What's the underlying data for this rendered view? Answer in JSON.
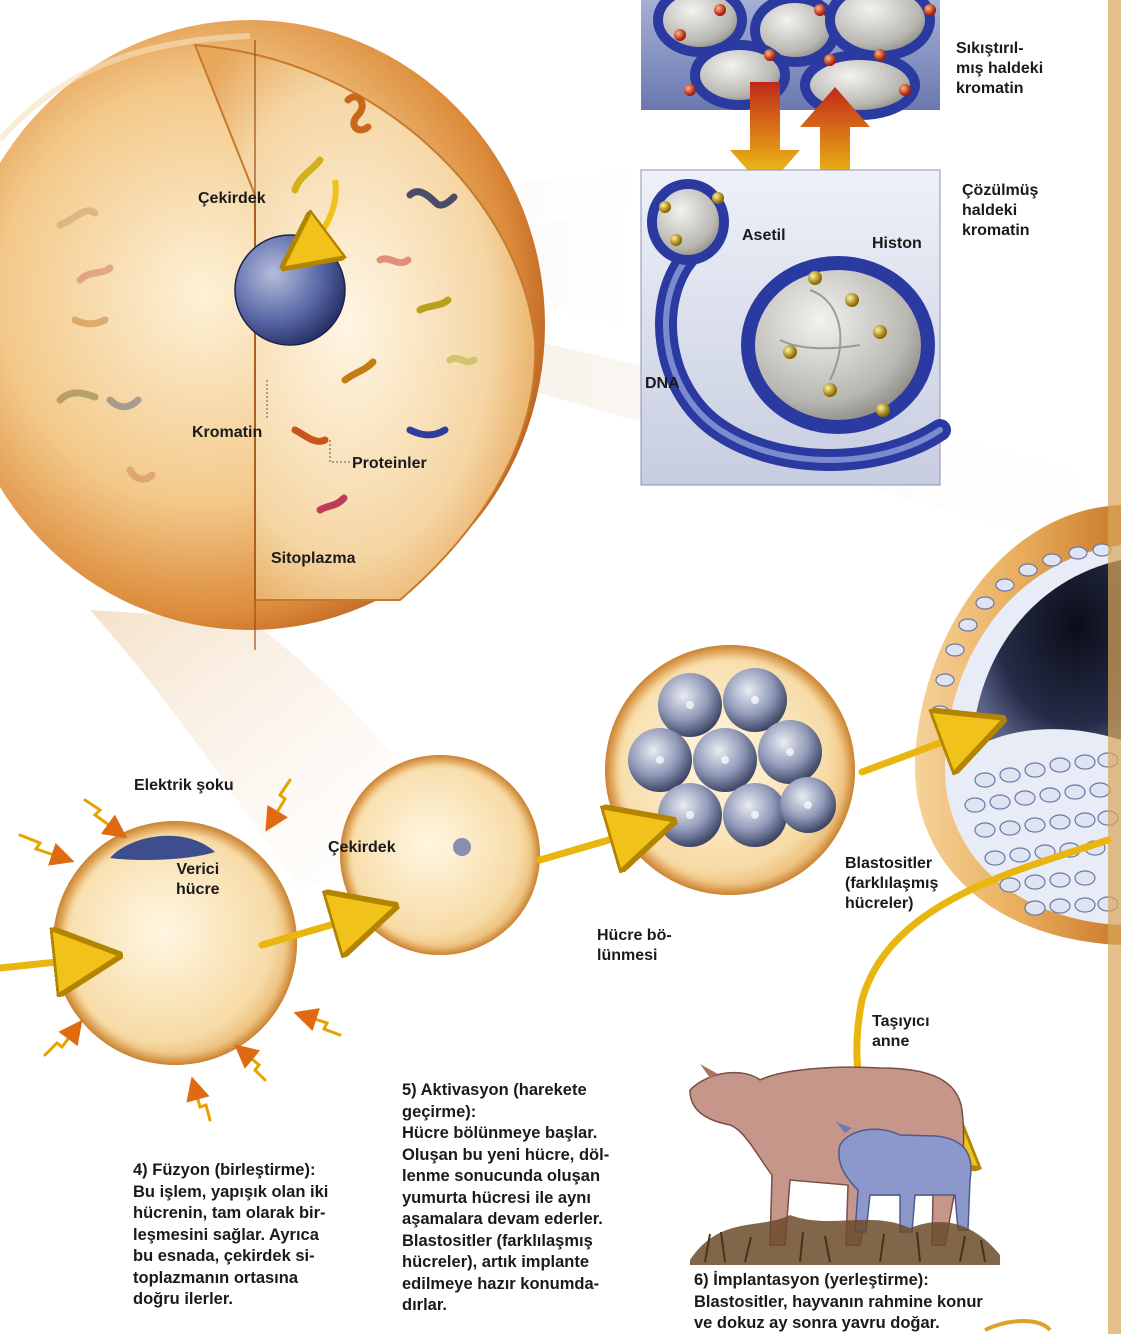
{
  "labels": {
    "compacted_chromatin": "Sıkıştırıl-\nmış haldeki\nkromatin",
    "loosened_chromatin": "Çözülmüş\nhaldeki\nkromatin",
    "acetyl": "Asetil",
    "histone": "Histon",
    "dna": "DNA",
    "nucleus_top": "Çekirdek",
    "chromatin": "Kromatin",
    "proteins": "Proteinler",
    "cytoplasm": "Sitoplazma",
    "electric_shock": "Elektrik şoku",
    "donor_cell": "Verici\nhücre",
    "nucleus_mid": "Çekirdek",
    "cell_division": "Hücre bö-\nlünmesi",
    "blastocytes": "Blastositler\n(farklılaşmış\nhücreler)",
    "surrogate": "Taşıyıcı\nanne"
  },
  "steps": {
    "fusion": {
      "title": "4) Füzyon (birleştirme):",
      "lines": [
        "Bu işlem, yapışık olan iki",
        "hücrenin, tam olarak bir-",
        "leşmesini sağlar. Ayrıca",
        "bu esnada, çekirdek si-",
        "toplazmanın ortasına",
        "doğru ilerler."
      ]
    },
    "activation": {
      "title_lines": [
        "5) Aktivasyon (harekete",
        "geçirme):"
      ],
      "lines": [
        "Hücre bölünmeye başlar.",
        "Oluşan bu yeni hücre, döl-",
        "lenme sonucunda oluşan",
        "yumurta hücresi ile aynı",
        "aşamalara devam ederler.",
        "Blastositler (farklılaşmış",
        "hücreler), artık implante",
        "edilmeye hazır konumda-",
        "dırlar."
      ]
    },
    "implantation": {
      "title": "6) İmplantasyon (yerleştirme):",
      "lines": [
        "Blastositler, hayvanın rahmine konur",
        "ve dokuz ay sonra yavru doğar."
      ]
    }
  },
  "colors": {
    "cell_light": "#fbe6b8",
    "cell_mid": "#eeb865",
    "cell_dark": "#c96a1f",
    "nucleus_blue": "#4a5a9c",
    "chromatin_blue": "#2b3aa0",
    "histone_gray": "#c8c6c0",
    "arrow_yellow": "#f0c21a",
    "arrow_red": "#c22a18",
    "cow_pink": "#c7968a",
    "calf_blue": "#8c97cc",
    "grass": "#6b4b2a"
  }
}
